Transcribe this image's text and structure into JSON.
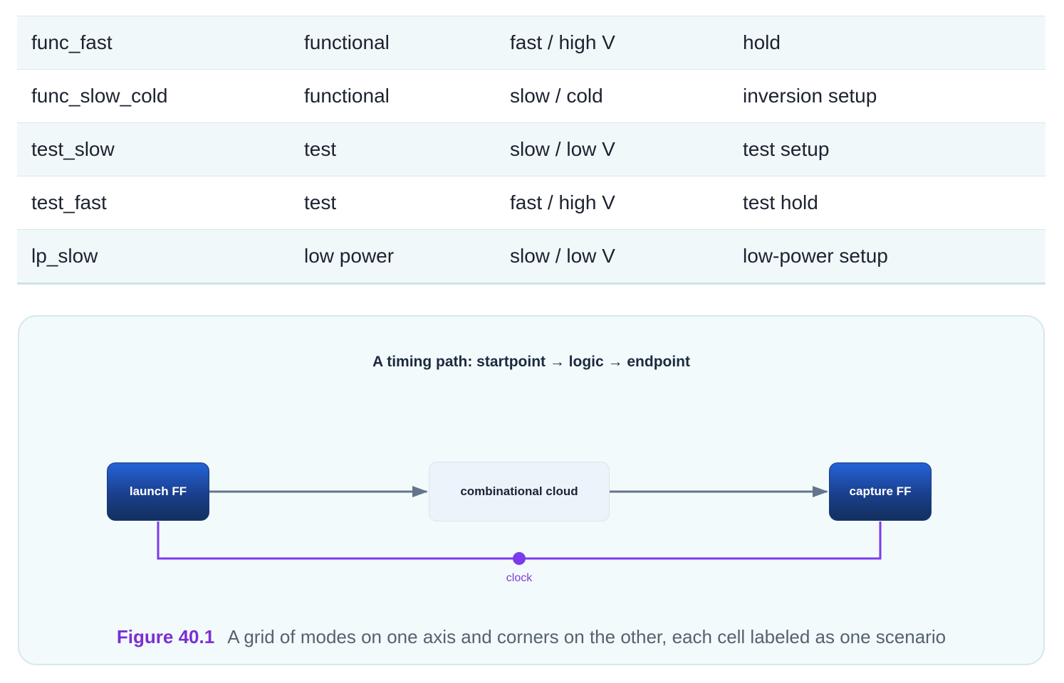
{
  "table": {
    "rows": [
      [
        "func_fast",
        "functional",
        "fast / high V",
        "hold"
      ],
      [
        "func_slow_cold",
        "functional",
        "slow / cold",
        "inversion setup"
      ],
      [
        "test_slow",
        "test",
        "slow / low V",
        "test setup"
      ],
      [
        "test_fast",
        "test",
        "fast / high V",
        "test hold"
      ],
      [
        "lp_slow",
        "low power",
        "slow / low V",
        "low-power setup"
      ]
    ]
  },
  "figure": {
    "title": "A timing path: startpoint → logic → endpoint",
    "nodes": {
      "launch": "launch FF",
      "logic": "combinational cloud",
      "capture": "capture FF"
    },
    "clock_label": "clock",
    "caption_number": "Figure 40.1",
    "caption_text": "A grid of modes on one axis and corners on the other, each cell labeled as one scenario",
    "colors": {
      "ff_fill": "#1a3f8c",
      "data_wire": "#64748b",
      "clock_wire": "#7c3aed",
      "accent": "#7a2fd4"
    }
  }
}
